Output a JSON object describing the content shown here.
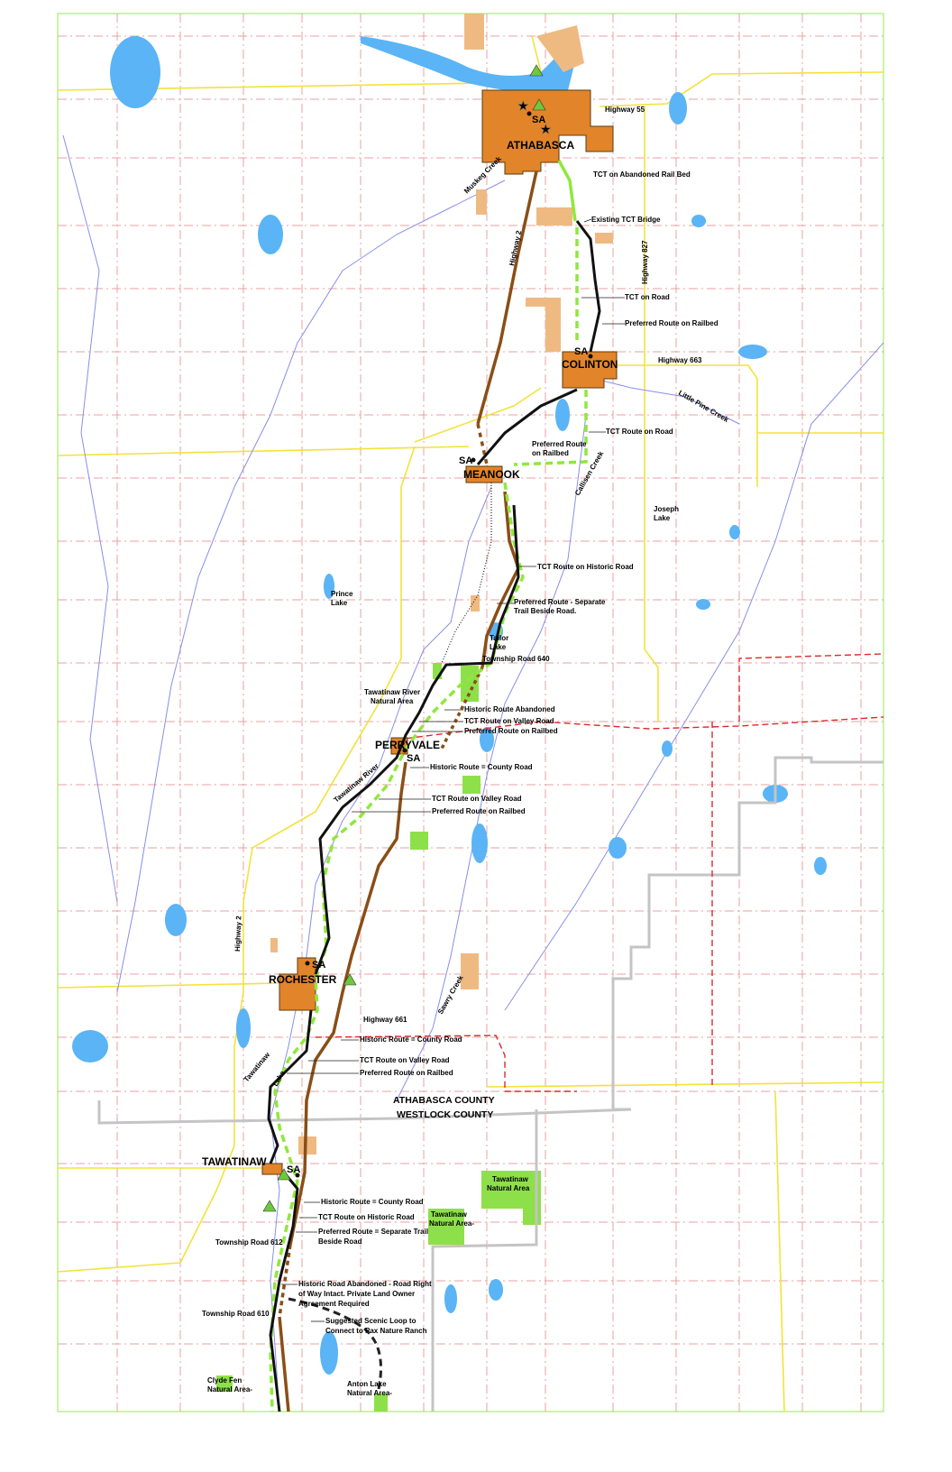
{
  "towns": {
    "athabasca": "ATHABASCA",
    "colinton": "COLINTON",
    "meanook": "MEANOOK",
    "perryvale": "PERRYVALE",
    "rochester": "ROCHESTER",
    "tawatinaw": "TAWATINAW",
    "staging_area": "SA"
  },
  "counties": {
    "north": "ATHABASCA COUNTY",
    "south": "WESTLOCK COUNTY"
  },
  "roads": {
    "hwy55": "Highway 55",
    "hwy827": "Highway 827",
    "hwy663": "Highway 663",
    "hwy2": "Highway 2",
    "hwy661": "Highway 661",
    "twp640": "Township Road 640",
    "twp612": "Township Road 612",
    "twp610": "Township Road 610"
  },
  "water": {
    "muskeg_creek": "Muskeg Creek",
    "little_pine_creek": "Little Pine Creek",
    "callisen_creek": "Callisen Creek",
    "joseph_lake": [
      "Joseph",
      "Lake"
    ],
    "prince_lake": [
      "Prince",
      "Lake"
    ],
    "tailor_lake": [
      "Tailor",
      "Lake"
    ],
    "tawatinaw_river": "Tawatinaw River",
    "sawry_creek": "Sawry Creek",
    "tawatinaw_lake": [
      "Tawatinaw",
      "Lake"
    ]
  },
  "natural_areas": {
    "tawatinaw_river_na": [
      "Tawatinaw River",
      "Natural Area"
    ],
    "tawatinaw_na_1": [
      "Tawatinaw",
      "Natural Area"
    ],
    "tawatinaw_na_2": [
      "Tawatinaw",
      "Natural Area-"
    ],
    "clyde_fen": [
      "Clyde Fen",
      "Natural Area-"
    ],
    "anton_lake": [
      "Anton Lake",
      "Natural Area-"
    ]
  },
  "annotations": {
    "a1": [
      "TCT on Abandoned Rail Bed"
    ],
    "a2": [
      "Existing TCT Bridge"
    ],
    "a3": [
      "TCT on Road"
    ],
    "a4": [
      "Preferred Route on Railbed"
    ],
    "a5": [
      "TCT Route on Road"
    ],
    "a6": [
      "Preferred Route",
      "on Railbed"
    ],
    "a7": [
      "TCT Route on Historic Road"
    ],
    "a8": [
      "Preferred Route - Separate",
      "Trail Beside Road."
    ],
    "a9": [
      "Historic Route Abandoned"
    ],
    "a10": [
      "TCT Route on Valley Road"
    ],
    "a11": [
      "Preferred Route on Railbed"
    ],
    "a12": [
      "Historic Route = County Road"
    ],
    "a13": [
      "TCT Route on Valley Road"
    ],
    "a14": [
      "Preferred Route on Railbed"
    ],
    "a15": [
      "Historic Route = County Road"
    ],
    "a16": [
      "TCT Route on Valley Road"
    ],
    "a17": [
      "Preferred Route on Railbed"
    ],
    "a18": [
      "Historic Route = County Road"
    ],
    "a19": [
      "TCT Route on Historic Road"
    ],
    "a20": [
      "Preferred Route = Separate Trail",
      "Beside Road"
    ],
    "a21": [
      "Historic Road Abandoned - Road Right",
      "of Way Intact.  Private Land Owner",
      "Agreement Required"
    ],
    "a22": [
      "Suggested Scenic Loop to",
      "Connect to Pax Nature Ranch"
    ]
  },
  "colors": {
    "town": "#e2842a",
    "historic_route": "#8a4e16",
    "preferred_route": "#111111",
    "tct_route": "#8fe83c",
    "lake": "#5ab4f5",
    "highway": "#f3e23a",
    "county_line": "#c4c4c4",
    "boundary": "#e0282a"
  }
}
